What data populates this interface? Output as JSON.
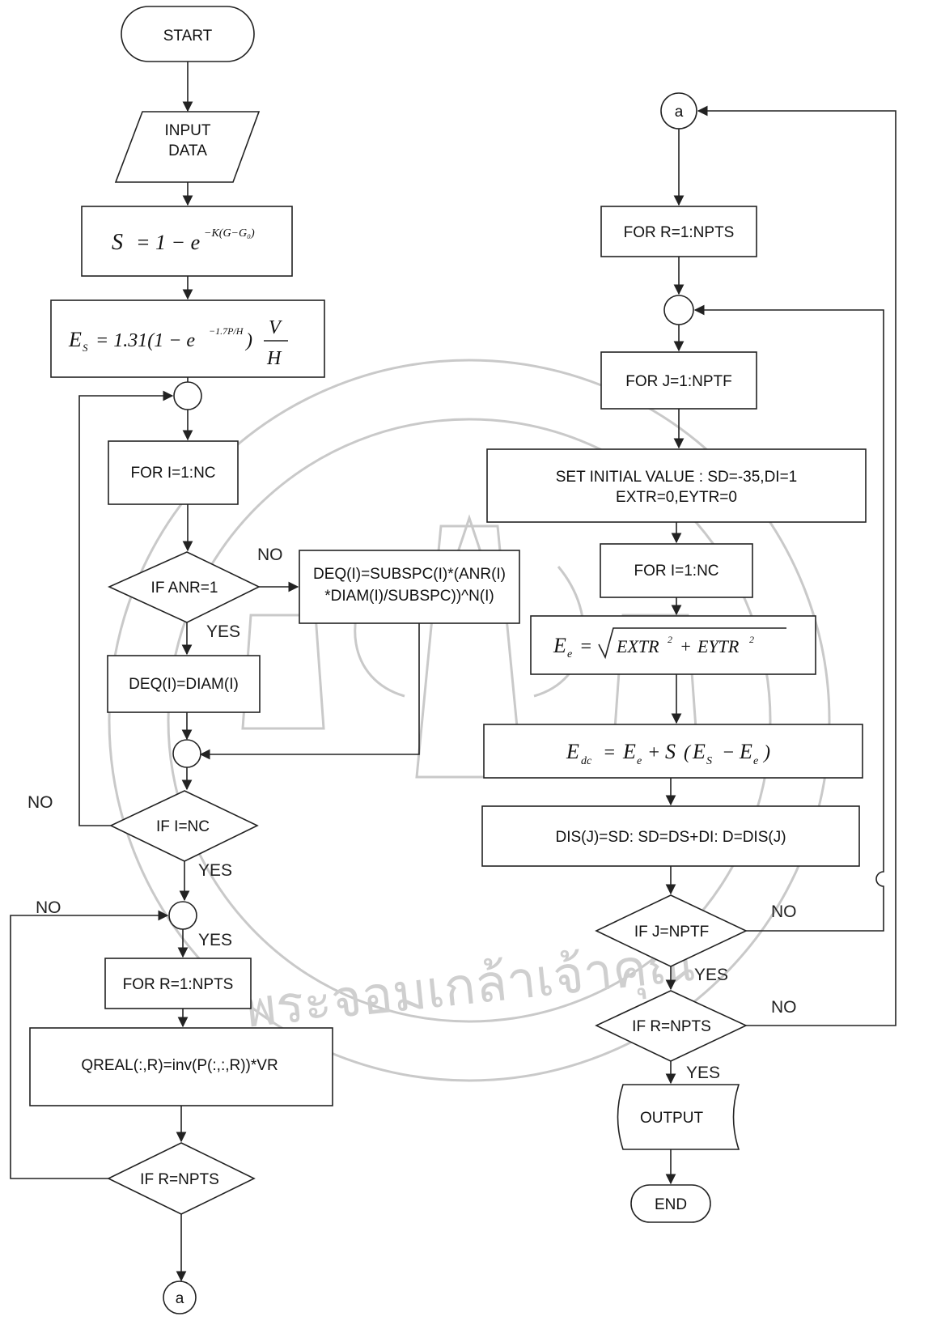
{
  "flow": {
    "start": "START",
    "input": [
      "INPUT",
      "DATA"
    ],
    "for_i_1": "FOR I=1:NC",
    "if_anr": "IF ANR=1",
    "deq_sub": [
      "DEQ(I)=SUBSPC(I)*(ANR(I)",
      "*DIAM(I)/SUBSPC))^N(I)"
    ],
    "deq_diam": "DEQ(I)=DIAM(I)",
    "if_i_nc": "IF I=NC",
    "for_r_1": "FOR R=1:NPTS",
    "qreal": "QREAL(:,R)=inv(P(:,:,R))*VR",
    "if_r_1": "IF R=NPTS",
    "conn_a_bottom": "a",
    "conn_a_top": "a",
    "for_r_2": "FOR R=1:NPTS",
    "for_j": "FOR J=1:NPTF",
    "set_init": [
      "SET INITIAL VALUE : SD=-35,DI=1",
      "EXTR=0,EYTR=0"
    ],
    "for_i_2": "FOR I=1:NC",
    "dis": "DIS(J)=SD: SD=DS+DI: D=DIS(J)",
    "if_j": "IF J=NPTF",
    "if_r_2": "IF R=NPTS",
    "output": "OUTPUT",
    "end": "END"
  },
  "labels": {
    "no_anr": "NO",
    "yes_anr": "YES",
    "no_i": "NO",
    "yes_i": "YES",
    "no_r1": "NO",
    "yes_r1": "YES",
    "no_j": "NO",
    "yes_j": "YES",
    "no_r2": "NO",
    "yes_r2": "YES"
  },
  "watermark": "พระจอมเกล้าเจ้าคุณ"
}
